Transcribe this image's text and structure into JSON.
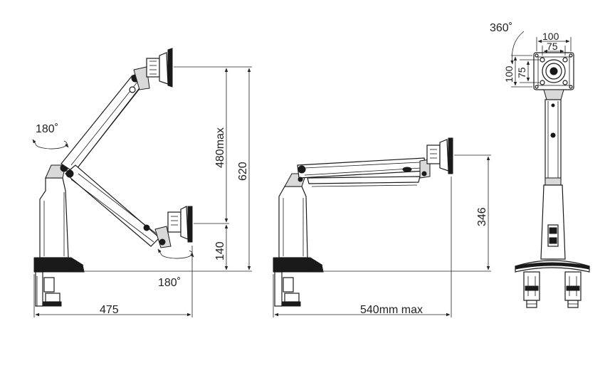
{
  "dimensions": {
    "width_base": "475",
    "rotation_base": "180˚",
    "rotation_head": "180˚",
    "height_max": "480max",
    "height_total": "620",
    "height_min": "140",
    "reach_max": "540mm  max",
    "height_side": "346",
    "rotation_front": "360˚",
    "vesa_outer_w": "100",
    "vesa_inner_w": "75",
    "vesa_outer_h": "100",
    "vesa_inner_h": "75"
  }
}
